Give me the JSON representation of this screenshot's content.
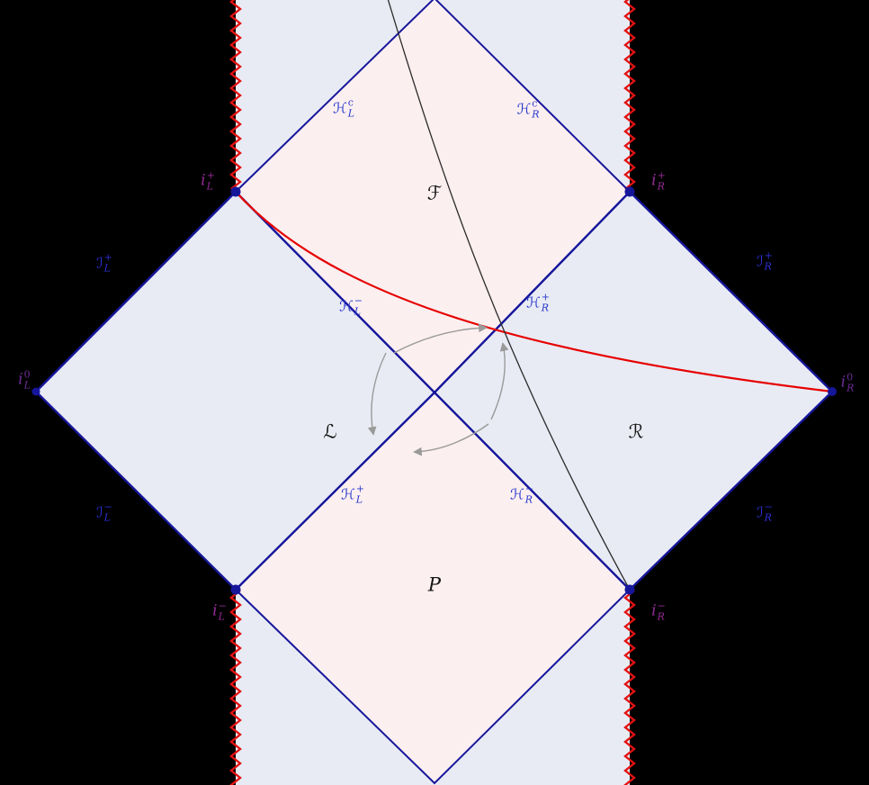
{
  "colors": {
    "bg": "#000000",
    "exterior": "#e9ebf4",
    "interior": "#fbeff0",
    "edge": "#16169b",
    "singularity": "#e31212",
    "redcurve": "#e60000",
    "worldline": "#2b2b2b",
    "flow": "#9a9a9a",
    "ilabel": "#942b94",
    "i0label": "#6d2d96",
    "scrilabel": "#2b2fd2",
    "hlabel": "#2737cd",
    "region": "#141414"
  },
  "labels": {
    "i_plus_L": {
      "base": "i",
      "sup": "+",
      "sub": "L"
    },
    "i_plus_R": {
      "base": "i",
      "sup": "+",
      "sub": "R"
    },
    "i_minus_L": {
      "base": "i",
      "sup": "−",
      "sub": "L"
    },
    "i_minus_R": {
      "base": "i",
      "sup": "−",
      "sub": "R"
    },
    "i_zero_L": {
      "base": "i",
      "sup": "0",
      "sub": "L"
    },
    "i_zero_R": {
      "base": "i",
      "sup": "0",
      "sub": "R"
    },
    "scri_plus_L": {
      "base": "ℐ",
      "sup": "+",
      "sub": "L"
    },
    "scri_minus_L": {
      "base": "ℐ",
      "sup": "−",
      "sub": "L"
    },
    "scri_plus_R": {
      "base": "ℐ",
      "sup": "+",
      "sub": "R"
    },
    "scri_minus_R": {
      "base": "ℐ",
      "sup": "−",
      "sub": "R"
    },
    "h_c_L": {
      "base": "ℋ",
      "sup": "c",
      "sub": "L"
    },
    "h_c_R": {
      "base": "ℋ",
      "sup": "c",
      "sub": "R"
    },
    "h_minus_L": {
      "base": "ℋ",
      "sup": "−",
      "sub": "L"
    },
    "h_plus_R": {
      "base": "ℋ",
      "sup": "+",
      "sub": "R"
    },
    "h_plus_L": {
      "base": "ℋ",
      "sup": "+",
      "sub": "L"
    },
    "h_minus_R": {
      "base": "ℋ",
      "sup": "−",
      "sub": "R"
    },
    "region_F": "ℱ",
    "region_L": "ℒ",
    "region_R": "ℛ",
    "region_P": "P"
  }
}
